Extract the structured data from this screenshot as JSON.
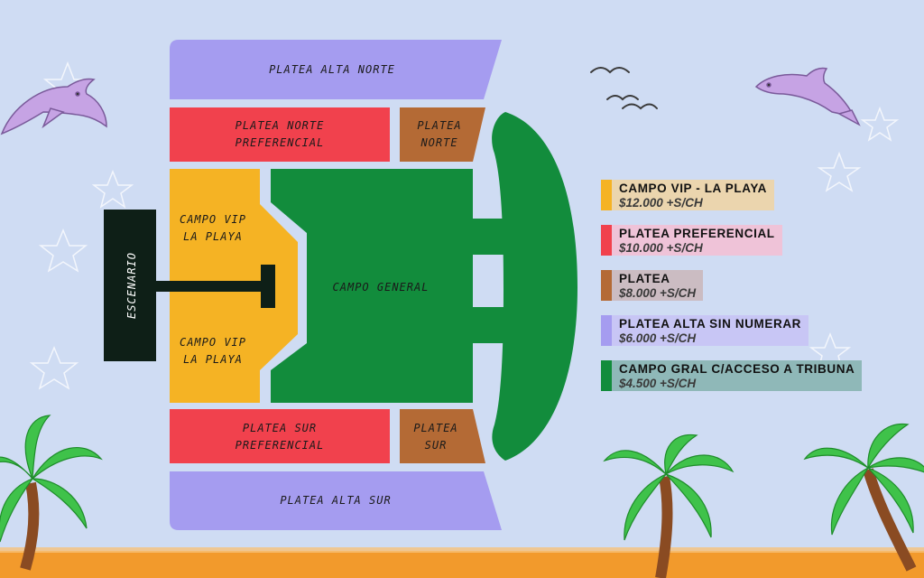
{
  "colors": {
    "background": "#cfdcf3",
    "vip": "#f5b324",
    "preferencial": "#f1414d",
    "platea": "#b46a35",
    "alta": "#a59cf0",
    "general": "#128c3c",
    "stage": "#0e1f17",
    "sand": "#f29a2c",
    "palm_leaf": "#3fc24a",
    "dolphin": "#c6a3e4"
  },
  "map": {
    "stage": "ESCENARIO",
    "zones": {
      "platea_alta_norte": "PLATEA ALTA NORTE",
      "platea_norte_preferencial": [
        "PLATEA NORTE",
        "PREFERENCIAL"
      ],
      "platea_norte": [
        "PLATEA",
        "NORTE"
      ],
      "campo_vip_top": [
        "CAMPO VIP",
        "LA PLAYA"
      ],
      "campo_vip_bottom": [
        "CAMPO VIP",
        "LA PLAYA"
      ],
      "campo_general": "CAMPO GENERAL",
      "platea_sur_preferencial": [
        "PLATEA SUR",
        "PREFERENCIAL"
      ],
      "platea_sur": [
        "PLATEA",
        "SUR"
      ],
      "platea_alta_sur": "PLATEA ALTA SUR"
    }
  },
  "legend": {
    "items": [
      {
        "name": "CAMPO VIP - LA PLAYA",
        "price": "$12.000 +S/CH",
        "color": "#f5b324",
        "bg": "#ebd5ae"
      },
      {
        "name": "PLATEA PREFERENCIAL",
        "price": "$10.000 +S/CH",
        "color": "#f1414d",
        "bg": "#efc3d8"
      },
      {
        "name": "PLATEA",
        "price": "$8.000 +S/CH",
        "color": "#b46a35",
        "bg": "#cbbcc2"
      },
      {
        "name": "PLATEA ALTA SIN NUMERAR",
        "price": "$6.000 +S/CH",
        "color": "#a59cf0",
        "bg": "#c8c6f5"
      },
      {
        "name": "CAMPO GRAL C/ACCESO A TRIBUNA",
        "price": "$4.500 +S/CH",
        "color": "#128c3c",
        "bg": "#8fb8b8"
      }
    ]
  }
}
